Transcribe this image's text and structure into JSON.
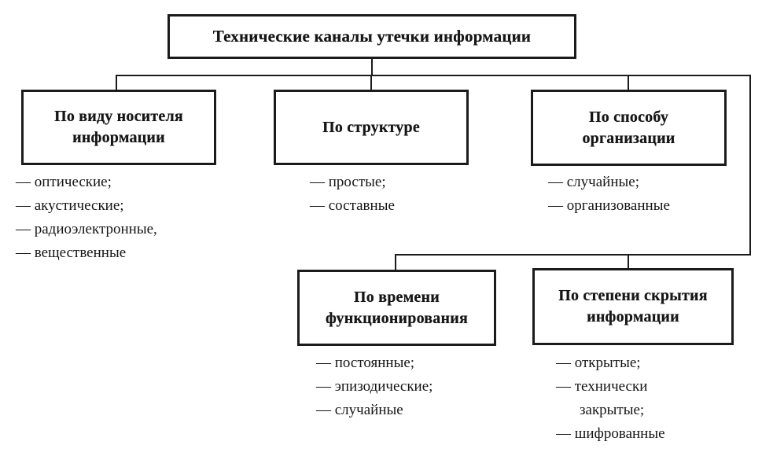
{
  "diagram": {
    "root": {
      "title": "Технические каналы утечки информации"
    },
    "nodes": {
      "carrier": {
        "title": "По виду носителя\nинформации",
        "items": [
          "— оптические;",
          "— акустические;",
          "— радиоэлектронные,",
          "— вещественные"
        ]
      },
      "structure": {
        "title": "По структуре",
        "items": [
          "— простые;",
          "— составные"
        ]
      },
      "organization": {
        "title": "По способу\nорганизации",
        "items": [
          "— случайные;",
          "— организованные"
        ]
      },
      "time": {
        "title": "По времени\nфункционирования",
        "items": [
          "— постоянные;",
          "— эпизодические;",
          "— случайные"
        ]
      },
      "secrecy": {
        "title": "По степени скрытия\nинформации",
        "items": [
          "— открытые;",
          "— технически закрытые;",
          "— шифрованные"
        ]
      }
    },
    "colors": {
      "ink": "#1b1b1b",
      "background": "#ffffff"
    }
  }
}
